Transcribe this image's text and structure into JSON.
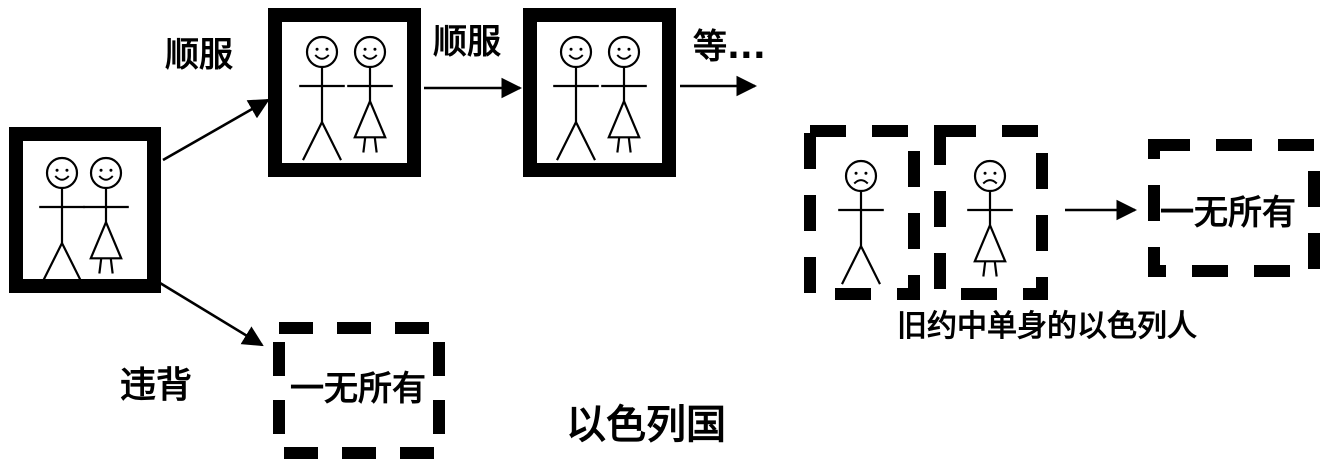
{
  "labels": {
    "obey_1": "顺服",
    "obey_2": "顺服",
    "etc": "等...",
    "disobey": "违背",
    "nothing_bottom": "一无所有",
    "nothing_right": "一无所有",
    "israel_nation": "以色列国",
    "single_israelites": "旧约中单身的以色列人"
  },
  "colors": {
    "ink": "#000000",
    "paper": "#ffffff"
  },
  "figures": {
    "smile_face": "smiling-face",
    "sad_face": "frowning-face",
    "man": "stick-man",
    "woman": "stick-woman-in-dress"
  }
}
